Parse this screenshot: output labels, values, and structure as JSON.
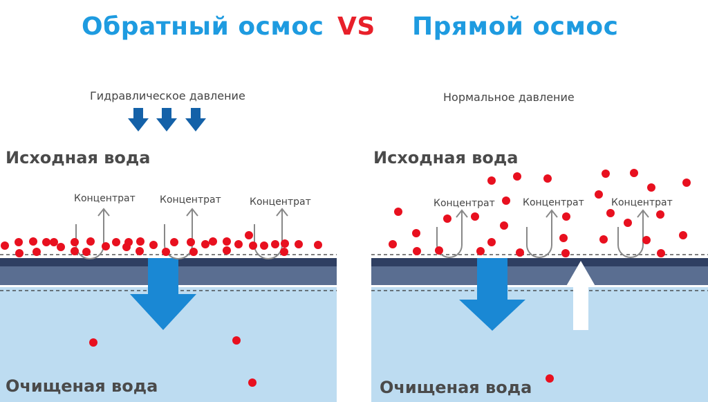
{
  "header": {
    "left_title": "Обратный осмос",
    "vs": "VS",
    "right_title": "Прямой осмос"
  },
  "left_panel": {
    "pressure_label": "Гидравлическое давление",
    "source_label": "Исходная вода",
    "purified_label": "Очищеная вода",
    "concentrate_labels": [
      "Концентрат",
      "Концентрат",
      "Концентрат"
    ]
  },
  "right_panel": {
    "pressure_label": "Нормальное давление",
    "source_label": "Исходная вода",
    "purified_label": "Очищеная вода",
    "concentrate_labels": [
      "Концентрат",
      "Концентрат",
      "Концентрат"
    ]
  },
  "colors": {
    "title_blue": "#1e9be0",
    "vs_red": "#e8202a",
    "particle_red": "#e8101f",
    "membrane_dark": "#2f3f62",
    "membrane_mid": "#5a6e91",
    "water_light": "#bddcf1",
    "flow_arrow_blue": "#1a88d4",
    "pressure_arrow_blue": "#1461a8",
    "reverse_arrow": "#ffffff",
    "concentrate_arrow_gray": "#888888"
  },
  "icons": {
    "pressure_arrows": "arrow-down-icon",
    "flow_arrow": "arrow-down-icon",
    "back_arrow": "arrow-up-icon",
    "concentrate": "u-turn-arrow-icon"
  }
}
